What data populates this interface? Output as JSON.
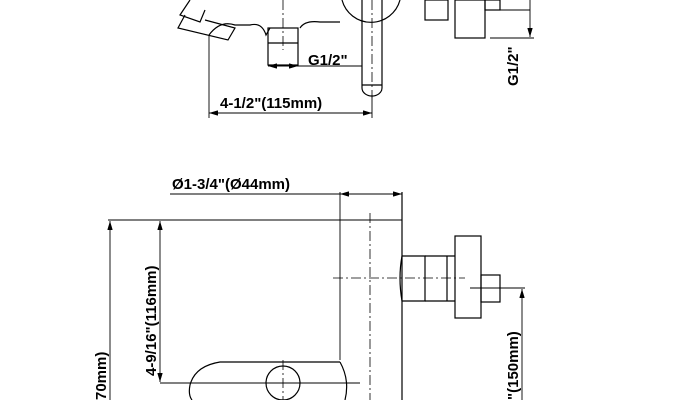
{
  "drawing": {
    "top_view": {
      "inlet_thread_label": "G1/2\"",
      "outlet_thread_label": "G1/2\"",
      "spout_length_label": "4-1/2\"(115mm)"
    },
    "side_view": {
      "body_diameter_label": "Ø1-3/4\"(Ø44mm)",
      "body_height_label": "4-9/16\"(116mm)",
      "overall_height_label": "70mm)",
      "outlet_height_label": "\"(150mm)"
    }
  }
}
